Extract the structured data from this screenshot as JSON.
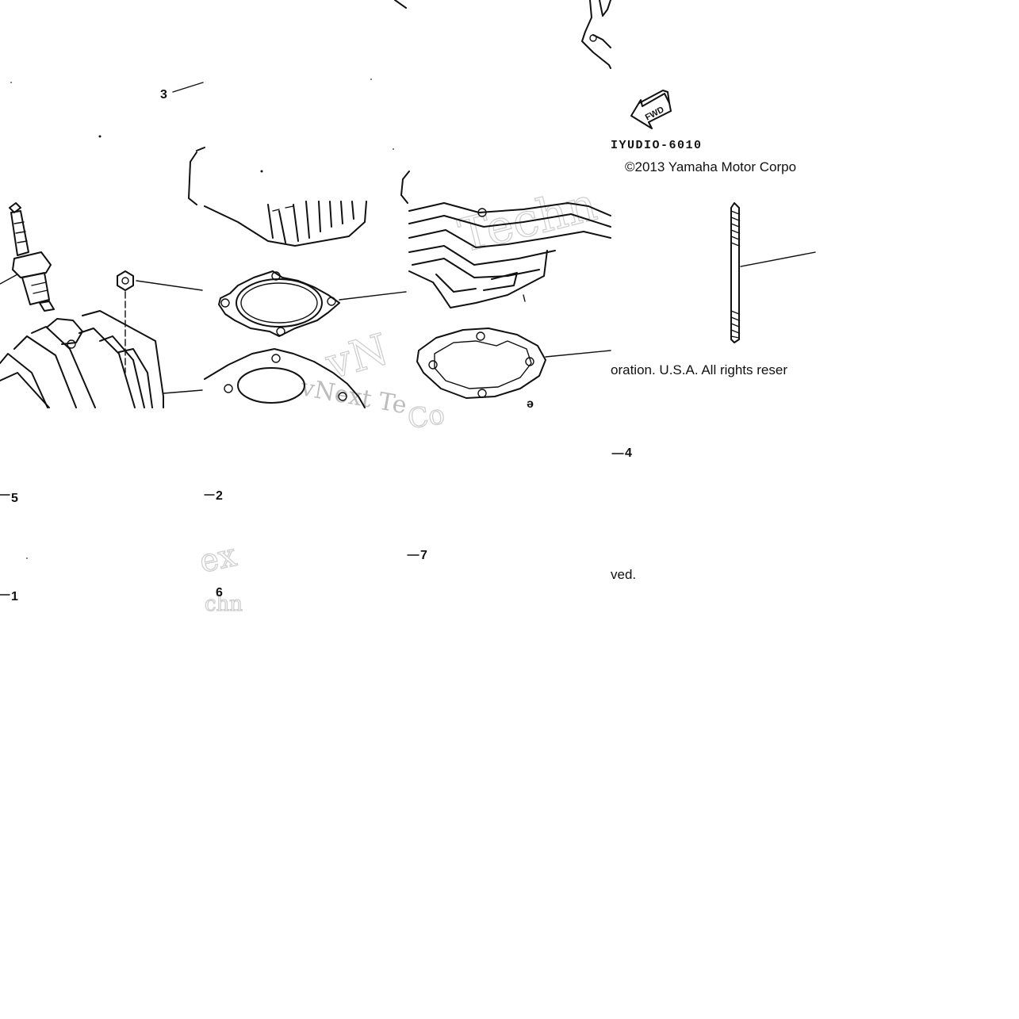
{
  "diagram": {
    "code": "IYUDIO-6010",
    "fwd_label": "FWD",
    "copyright": {
      "line1": "©2013 Yamaha Motor Corpo",
      "line2": "oration. U.S.A. All rights reser",
      "line3": "ved."
    },
    "watermark": {
      "a": "Techn",
      "b": "vN",
      "c": "vNext Te",
      "d": "Co",
      "e": "ex",
      "f": "chn"
    },
    "callouts": [
      {
        "id": "callout-3",
        "text": "3"
      },
      {
        "id": "callout-5",
        "text": "5"
      },
      {
        "id": "callout-2",
        "text": "2"
      },
      {
        "id": "callout-1",
        "text": "1"
      },
      {
        "id": "callout-6",
        "text": "6"
      },
      {
        "id": "callout-7",
        "text": "7"
      },
      {
        "id": "callout-4",
        "text": "4"
      }
    ]
  }
}
